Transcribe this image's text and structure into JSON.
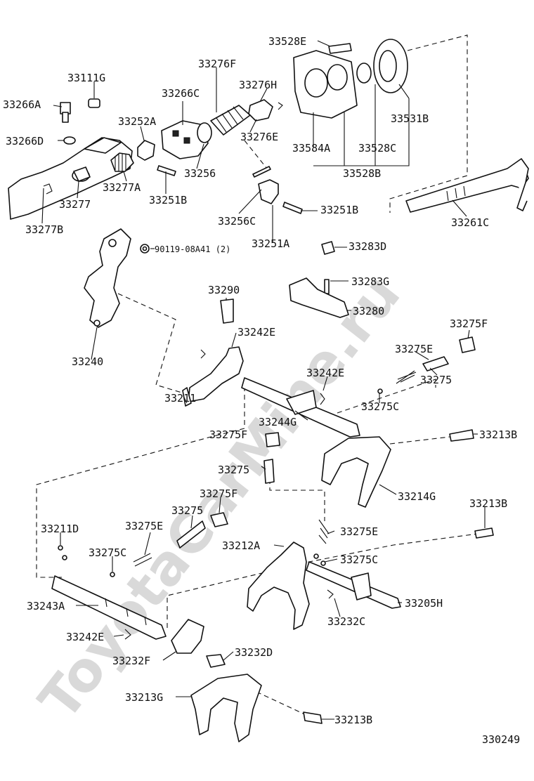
{
  "watermark": "ToyotaCarMine.ru",
  "figure_id": "330249",
  "labels": {
    "l33528E": "33528E",
    "l33111G": "33111G",
    "l33276F": "33276F",
    "l33276H": "33276H",
    "l33266A": "33266A",
    "l33266C": "33266C",
    "l33252A": "33252A",
    "l33531B": "33531B",
    "l33266D": "33266D",
    "l33276E": "33276E",
    "l33584A": "33584A",
    "l33528C": "33528C",
    "l33528B": "33528B",
    "l33256": "33256",
    "l33277A": "33277A",
    "l33277": "33277",
    "l33251B_a": "33251B",
    "l33251B_b": "33251B",
    "l33261C": "33261C",
    "l33277B": "33277B",
    "l33256C": "33256C",
    "l33251A": "33251A",
    "l90119": "90119-08A41 (2)",
    "l33283D": "33283D",
    "l33283G": "33283G",
    "l33290": "33290",
    "l33280": "33280",
    "l33275F_a": "33275F",
    "l33242E_a": "33242E",
    "l33240": "33240",
    "l33275E_a": "33275E",
    "l33242E_b": "33242E",
    "l33275_a": "33275",
    "l33211": "33211",
    "l33275C_a": "33275C",
    "l33244G": "33244G",
    "l33275F_b": "33275F",
    "l33213B_a": "33213B",
    "l33275_b": "33275",
    "l33214G": "33214G",
    "l33275F_c": "33275F",
    "l33213B_b": "33213B",
    "l33275_c": "33275",
    "l33211D": "33211D",
    "l33275E_b": "33275E",
    "l33275E_c": "33275E",
    "l33212A": "33212A",
    "l33275C_b": "33275C",
    "l33275C_c": "33275C",
    "l33243A": "33243A",
    "l33205H": "33205H",
    "l33232C": "33232C",
    "l33242E_c": "33242E",
    "l33232D": "33232D",
    "l33232F": "33232F",
    "l33213G": "33213G",
    "l33213B_c": "33213B"
  }
}
